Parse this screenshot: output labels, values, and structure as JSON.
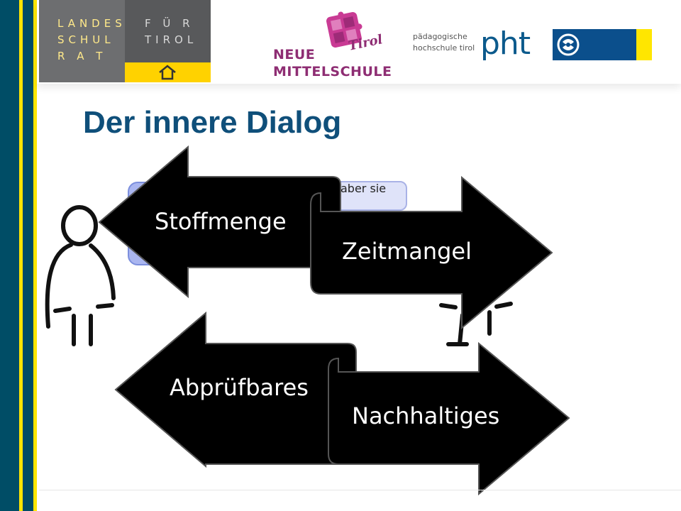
{
  "header": {
    "landesschulrat_logo": {
      "line1": "LANDES",
      "line2": "SCHUL",
      "line3": "R A T",
      "line4": "F Ü R",
      "line5": "TIROL",
      "house_icon": "house-icon"
    },
    "nms_logo": {
      "line1": "NEUE",
      "line2": "MITTELSCHULE",
      "script": "Tirol",
      "puzzle_icon": "puzzle-icon"
    },
    "pht_logo": {
      "small1": "pädagogische",
      "small2": "hochschule tirol",
      "big": "pht"
    },
    "tirol_logo": {
      "emblem_icon": "land-tirol-emblem-icon"
    }
  },
  "slide": {
    "title": "Der innere Dialog",
    "speech_partial": "aber sie",
    "arrows": {
      "top_left": "Stoffmenge",
      "top_right": "Zeitmangel",
      "bottom_left": "Abprüfbares",
      "bottom_right": "Nachhaltiges"
    }
  },
  "colors": {
    "accent_teal": "#004d66",
    "accent_yellow": "#ffe600",
    "title_blue": "#0f4f7a",
    "arrow_fill": "#000000"
  }
}
